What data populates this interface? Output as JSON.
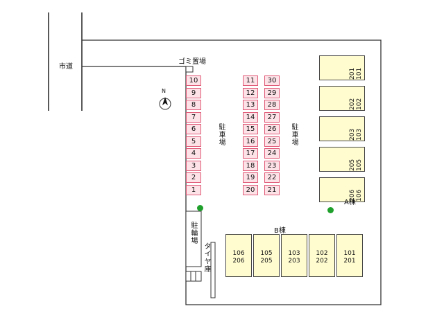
{
  "road_label": "市道",
  "garbage_label": "ゴミ置場",
  "north_label": "N",
  "parking_label": "駐車場",
  "bicycle_label": "駐輪場",
  "tire_storage_label": "タイヤ庫",
  "building_a_label": "A棟",
  "building_b_label": "B棟",
  "parking_col1": [
    "10",
    "9",
    "8",
    "7",
    "6",
    "5",
    "4",
    "3",
    "2",
    "1"
  ],
  "parking_col2": [
    "11",
    "12",
    "13",
    "14",
    "15",
    "16",
    "17",
    "18",
    "19",
    "20"
  ],
  "parking_col3": [
    "30",
    "29",
    "28",
    "27",
    "26",
    "25",
    "24",
    "23",
    "22",
    "21"
  ],
  "building_a_units": [
    {
      "upper": "201",
      "lower": "101"
    },
    {
      "upper": "202",
      "lower": "102"
    },
    {
      "upper": "203",
      "lower": "103"
    },
    {
      "upper": "205",
      "lower": "105"
    },
    {
      "upper": "206",
      "lower": "106"
    }
  ],
  "building_b_units": [
    {
      "top": "106",
      "bottom": "206"
    },
    {
      "top": "105",
      "bottom": "205"
    },
    {
      "top": "103",
      "bottom": "203"
    },
    {
      "top": "102",
      "bottom": "202"
    },
    {
      "top": "101",
      "bottom": "201"
    }
  ],
  "colors": {
    "parking_border": "#e05a78",
    "parking_fill": "#fde2e8",
    "building_fill": "#fffcd0",
    "tree": "#1fa02c"
  }
}
